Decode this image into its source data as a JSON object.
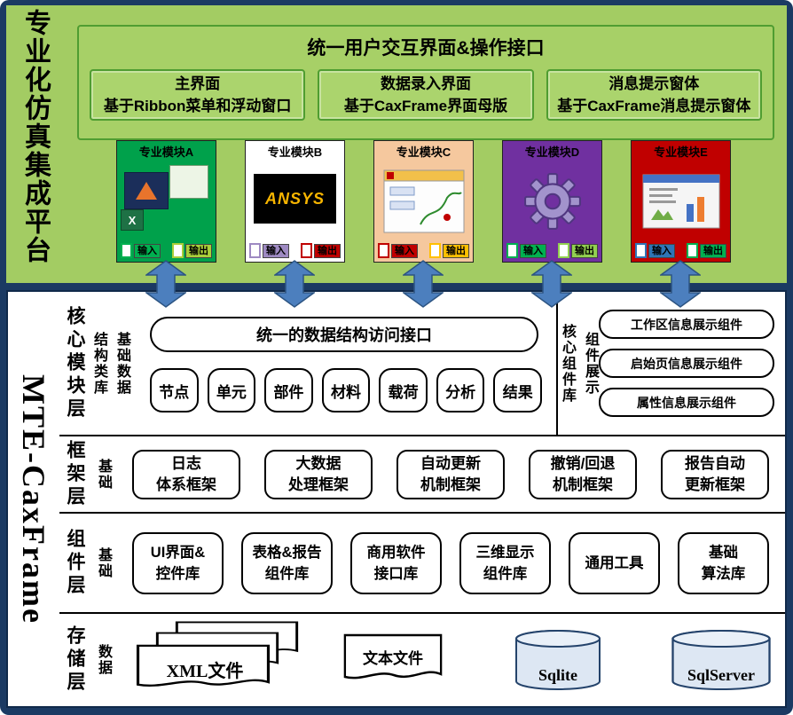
{
  "platform_title": "专业化仿真集成平台",
  "ui_panel": {
    "title": "统一用户交互界面&操作接口",
    "boxes": [
      {
        "line1": "主界面",
        "line2": "基于Ribbon菜单和浮动窗口"
      },
      {
        "line1": "数据录入界面",
        "line2": "基于CaxFrame界面母版"
      },
      {
        "line1": "消息提示窗体",
        "line2": "基于CaxFrame消息提示窗体"
      }
    ]
  },
  "modules": [
    {
      "label": "专业模块A",
      "bg": "#00A14B",
      "logo": "matlab-excel",
      "excel_text": "X",
      "input_label": "输入",
      "output_label": "输出",
      "input_color": "#00B050",
      "output_color": "#AACF3A"
    },
    {
      "label": "专业模块B",
      "bg": "#FFFFFF",
      "logo": "ansys",
      "logo_text": "ANSYS",
      "input_label": "输入",
      "output_label": "输出",
      "input_color": "#9E8AC2",
      "output_color": "#C00000"
    },
    {
      "label": "专业模块C",
      "bg": "#F5C89E",
      "logo": "workbench-screenshot",
      "input_label": "输入",
      "output_label": "输出",
      "input_color": "#C00000",
      "output_color": "#FFC000"
    },
    {
      "label": "专业模块D",
      "bg": "#7030A0",
      "logo": "gear",
      "input_label": "输入",
      "output_label": "输出",
      "input_color": "#00B050",
      "output_color": "#92D050"
    },
    {
      "label": "专业模块E",
      "bg": "#C00000",
      "logo": "dashboard-screenshot",
      "input_label": "输入",
      "output_label": "输出",
      "input_color": "#2E75B6",
      "output_color": "#00B050"
    }
  ],
  "framework": {
    "title": "MTE-CaxFrame",
    "core_layer": {
      "name": "核心模块层",
      "sublabels": [
        "结构类库",
        "基础数据"
      ],
      "interface_box": "统一的数据结构访问接口",
      "pills": [
        "节点",
        "单元",
        "部件",
        "材料",
        "载荷",
        "分析",
        "结果"
      ],
      "right_sublabels": [
        "核心组件库",
        "组件展示"
      ],
      "right_boxes": [
        "工作区信息展示组件",
        "启始页信息展示组件",
        "属性信息展示组件"
      ]
    },
    "framework_layer": {
      "name": "框架层",
      "sublabel": "基础",
      "boxes": [
        {
          "line1": "日志",
          "line2": "体系框架"
        },
        {
          "line1": "大数据",
          "line2": "处理框架"
        },
        {
          "line1": "自动更新",
          "line2": "机制框架"
        },
        {
          "line1": "撤销/回退",
          "line2": "机制框架"
        },
        {
          "line1": "报告自动",
          "line2": "更新框架"
        }
      ]
    },
    "component_layer": {
      "name": "组件层",
      "sublabel": "基础",
      "boxes": [
        {
          "line1": "UI界面&",
          "line2": "控件库"
        },
        {
          "line1": "表格&报告",
          "line2": "组件库"
        },
        {
          "line1": "商用软件",
          "line2": "接口库"
        },
        {
          "line1": "三维显示",
          "line2": "组件库"
        },
        {
          "line1": "通用工具",
          "line2": ""
        },
        {
          "line1": "基础",
          "line2": "算法库"
        }
      ]
    },
    "storage_layer": {
      "name": "存储层",
      "sublabel": "数据",
      "items": [
        {
          "shape": "stacked-documents",
          "label": "XML文件"
        },
        {
          "shape": "document",
          "label": "文本文件"
        },
        {
          "shape": "cylinder",
          "label": "Sqlite"
        },
        {
          "shape": "cylinder",
          "label": "SqlServer"
        }
      ]
    }
  },
  "colors": {
    "outer_border": "#1B3A63",
    "green_panel": "#A3CC63",
    "green_box_border": "#4F9D31",
    "arrow_fill": "#4C7FBE",
    "arrow_stroke": "#2C5482",
    "cylinder_fill": "#DDE7F3"
  }
}
